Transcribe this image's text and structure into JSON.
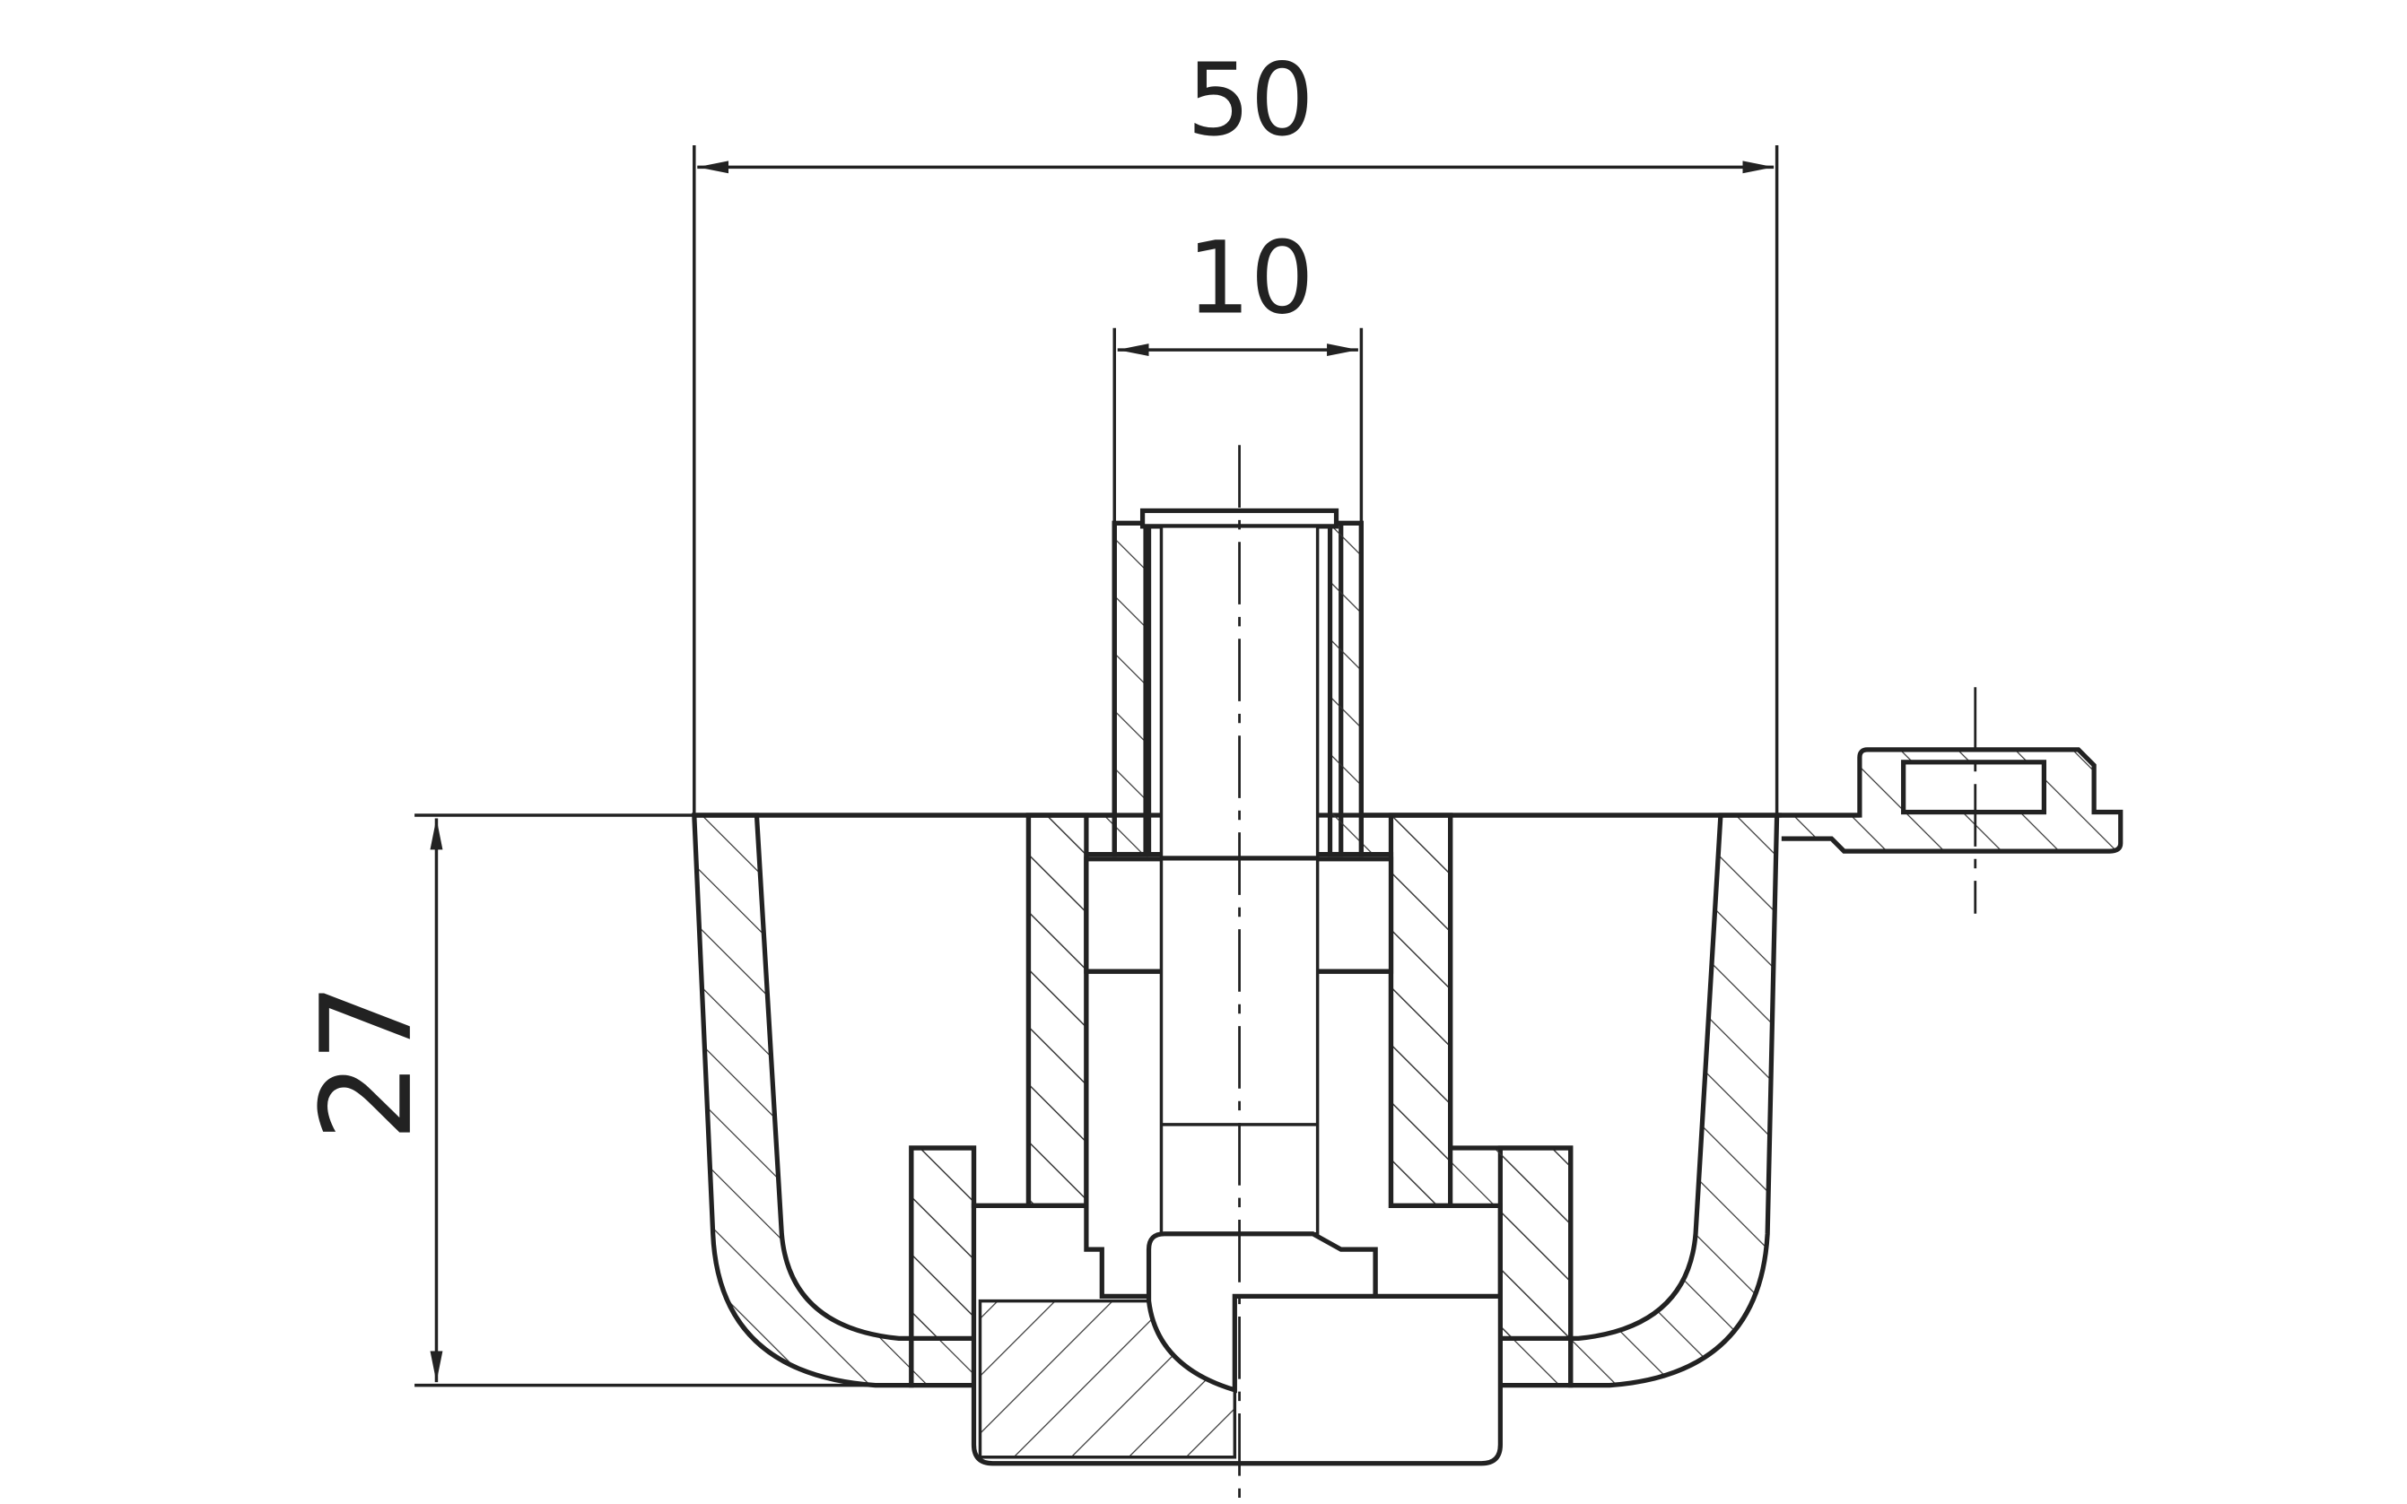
{
  "drawing": {
    "dimensions": {
      "overall_width": "50",
      "shaft_width": "10",
      "height": "27"
    },
    "colors": {
      "line": "#222222",
      "hatch": "#333333",
      "background": "#ffffff"
    }
  }
}
